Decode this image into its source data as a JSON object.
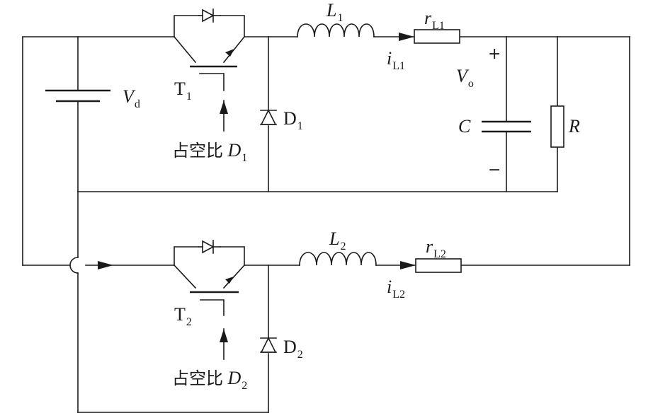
{
  "labels": {
    "L1": {
      "main": "L",
      "sub": "1"
    },
    "rL1": {
      "main": "r",
      "sub": "L1"
    },
    "iL1": {
      "main": "i",
      "sub": "L1"
    },
    "Vo": {
      "main": "V",
      "sub": "o"
    },
    "plus": "+",
    "minus": "−",
    "C": "C",
    "R": "R",
    "Vd": {
      "main": "V",
      "sub": "d"
    },
    "T1": {
      "main": "T",
      "sub": "1"
    },
    "D1": {
      "main": "D",
      "sub": "1"
    },
    "duty1": {
      "cn": "占空比",
      "main": "D",
      "sub": "1"
    },
    "L2": {
      "main": "L",
      "sub": "2"
    },
    "rL2": {
      "main": "r",
      "sub": "L2"
    },
    "iL2": {
      "main": "i",
      "sub": "L2"
    },
    "T2": {
      "main": "T",
      "sub": "2"
    },
    "D2": {
      "main": "D",
      "sub": "2"
    },
    "duty2": {
      "cn": "占空比",
      "main": "D",
      "sub": "2"
    }
  },
  "colors": {
    "line": "#1a1a1a",
    "background": "#ffffff"
  }
}
